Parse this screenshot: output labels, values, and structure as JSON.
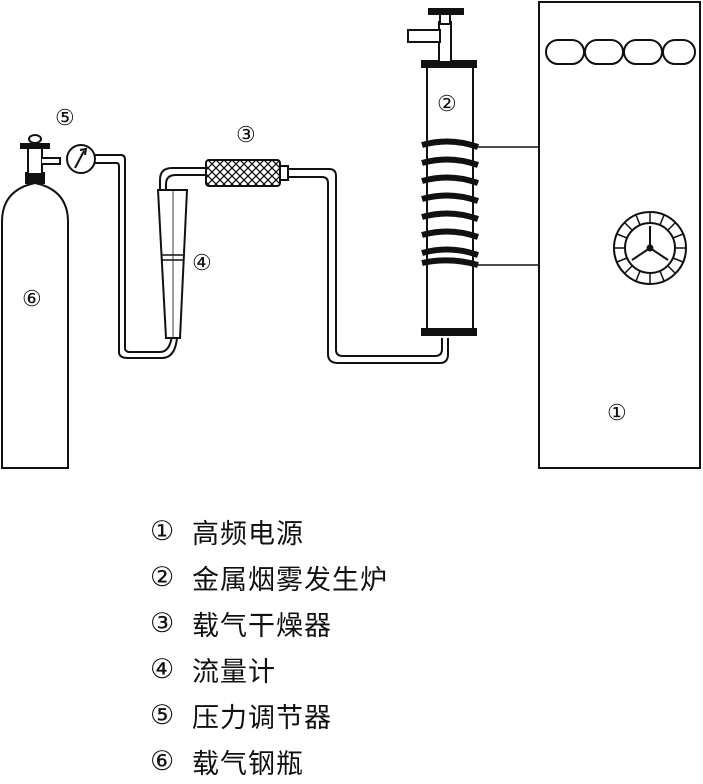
{
  "diagram": {
    "callouts": {
      "power_source": "①",
      "furnace": "②",
      "dryer": "③",
      "flowmeter": "④",
      "pressure_regulator": "⑤",
      "gas_cylinder": "⑥"
    }
  },
  "legend": [
    {
      "number": "①",
      "text": "高频电源"
    },
    {
      "number": "②",
      "text": "金属烟雾发生炉"
    },
    {
      "number": "③",
      "text": "载气干燥器"
    },
    {
      "number": "④",
      "text": "流量计"
    },
    {
      "number": "⑤",
      "text": "压力调节器"
    },
    {
      "number": "⑥",
      "text": "载气钢瓶"
    }
  ]
}
